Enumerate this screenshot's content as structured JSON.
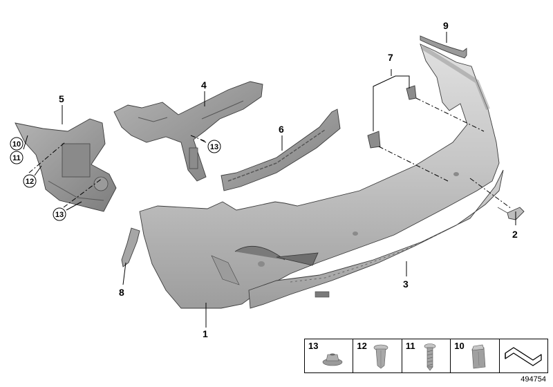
{
  "diagram": {
    "callouts": {
      "c1": "1",
      "c2": "2",
      "c3": "3",
      "c4": "4",
      "c5": "5",
      "c6": "6",
      "c7": "7",
      "c8": "8",
      "c9": "9"
    },
    "circled_callouts": {
      "c10": "10",
      "c11": "11",
      "c12": "12",
      "c13a": "13",
      "c13b": "13"
    }
  },
  "legend": {
    "items": [
      {
        "number": "13",
        "icon": "collar-nut-icon"
      },
      {
        "number": "12",
        "icon": "expanding-rivet-icon"
      },
      {
        "number": "11",
        "icon": "screw-icon"
      },
      {
        "number": "10",
        "icon": "clip-nut-icon"
      },
      {
        "number": "",
        "icon": "bracket-symbol-icon"
      }
    ]
  },
  "diagram_id": "494754",
  "colors": {
    "part_fill": "#c8c8c8",
    "part_dark": "#9a9a9a",
    "outline": "#000000"
  }
}
